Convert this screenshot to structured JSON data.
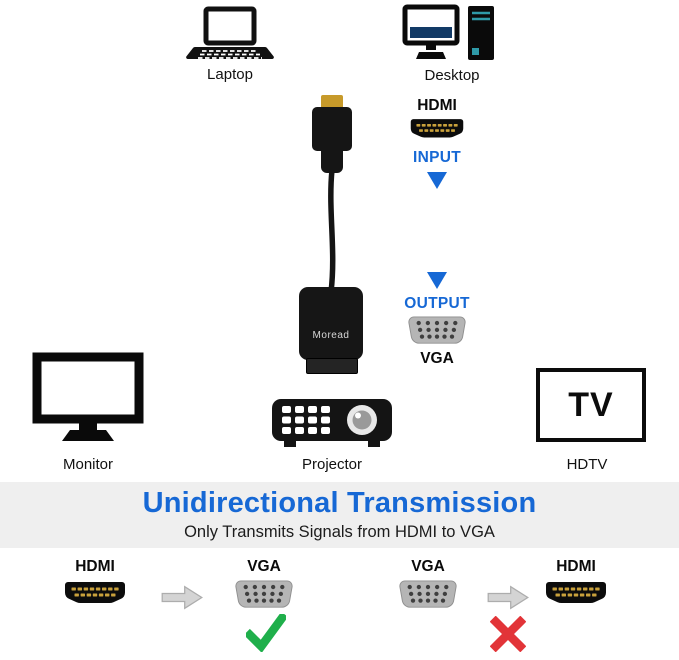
{
  "top_devices": {
    "laptop_label": "Laptop",
    "desktop_label": "Desktop"
  },
  "adapter_flow": {
    "hdmi_label": "HDMI",
    "input_label": "INPUT",
    "output_label": "OUTPUT",
    "vga_label": "VGA",
    "brand": "Moread"
  },
  "output_devices": {
    "monitor_label": "Monitor",
    "projector_label": "Projector",
    "tv_screen_text": "TV",
    "hdtv_label": "HDTV"
  },
  "banner": {
    "title": "Unidirectional Transmission",
    "subtitle": "Only Transmits Signals from HDMI to VGA"
  },
  "direction_demo": {
    "allowed": {
      "source_label": "HDMI",
      "target_label": "VGA",
      "result": "allowed"
    },
    "blocked": {
      "source_label": "VGA",
      "target_label": "HDMI",
      "result": "blocked"
    }
  },
  "icons": {
    "down_arrow": "▼",
    "flow_arrow": "→",
    "check": "✓",
    "cross": "✕"
  },
  "colors": {
    "accent_blue": "#1668d5",
    "banner_bg": "#efefef",
    "check_green": "#1faf4b",
    "cross_red": "#e23438",
    "arrow_gray": "#d4d4d4",
    "hdmi_pin_gold": "#c9a13b",
    "vga_gray": "#b5b5b5"
  }
}
